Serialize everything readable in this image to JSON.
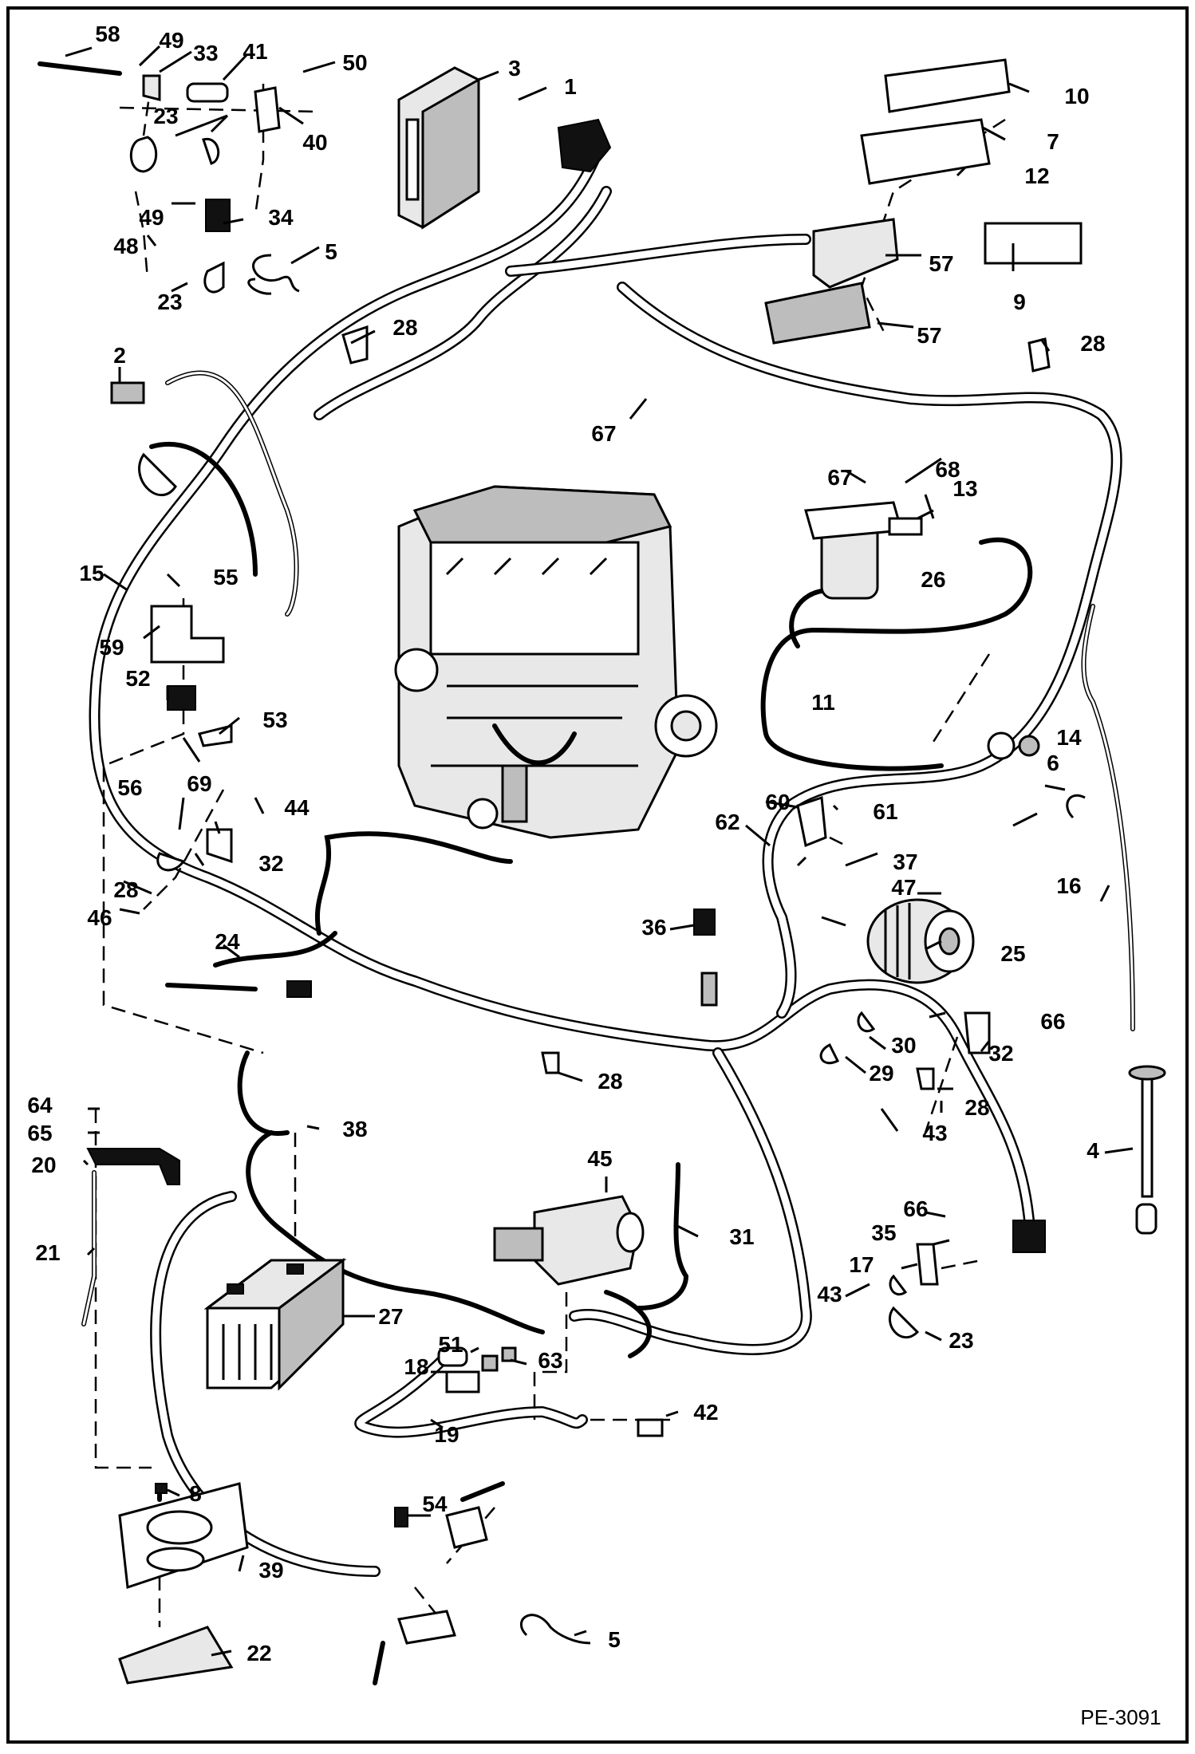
{
  "drawing_id": "PE-3091",
  "callouts": [
    {
      "id": "c58",
      "label": "58"
    },
    {
      "id": "c49a",
      "label": "49"
    },
    {
      "id": "c33",
      "label": "33"
    },
    {
      "id": "c41",
      "label": "41"
    },
    {
      "id": "c50",
      "label": "50"
    },
    {
      "id": "c23a",
      "label": "23"
    },
    {
      "id": "c40",
      "label": "40"
    },
    {
      "id": "c49b",
      "label": "49"
    },
    {
      "id": "c34",
      "label": "34"
    },
    {
      "id": "c48",
      "label": "48"
    },
    {
      "id": "c5a",
      "label": "5"
    },
    {
      "id": "c23b",
      "label": "23"
    },
    {
      "id": "c3",
      "label": "3"
    },
    {
      "id": "c1",
      "label": "1"
    },
    {
      "id": "c10",
      "label": "10"
    },
    {
      "id": "c7",
      "label": "7"
    },
    {
      "id": "c12",
      "label": "12"
    },
    {
      "id": "c57a",
      "label": "57"
    },
    {
      "id": "c9",
      "label": "9"
    },
    {
      "id": "c57b",
      "label": "57"
    },
    {
      "id": "c28a",
      "label": "28"
    },
    {
      "id": "c28b",
      "label": "28"
    },
    {
      "id": "c2",
      "label": "2"
    },
    {
      "id": "c67a",
      "label": "67"
    },
    {
      "id": "c67b",
      "label": "67"
    },
    {
      "id": "c68",
      "label": "68"
    },
    {
      "id": "c13",
      "label": "13"
    },
    {
      "id": "c26",
      "label": "26"
    },
    {
      "id": "c15",
      "label": "15"
    },
    {
      "id": "c55",
      "label": "55"
    },
    {
      "id": "c59",
      "label": "59"
    },
    {
      "id": "c52",
      "label": "52"
    },
    {
      "id": "c53",
      "label": "53"
    },
    {
      "id": "c56",
      "label": "56"
    },
    {
      "id": "c11",
      "label": "11"
    },
    {
      "id": "c14",
      "label": "14"
    },
    {
      "id": "c6",
      "label": "6"
    },
    {
      "id": "c69",
      "label": "69"
    },
    {
      "id": "c44",
      "label": "44"
    },
    {
      "id": "c32a",
      "label": "32"
    },
    {
      "id": "c60",
      "label": "60"
    },
    {
      "id": "c61",
      "label": "61"
    },
    {
      "id": "c62",
      "label": "62"
    },
    {
      "id": "c37",
      "label": "37"
    },
    {
      "id": "c47",
      "label": "47"
    },
    {
      "id": "c16",
      "label": "16"
    },
    {
      "id": "c28c",
      "label": "28"
    },
    {
      "id": "c46",
      "label": "46"
    },
    {
      "id": "c36",
      "label": "36"
    },
    {
      "id": "c25",
      "label": "25"
    },
    {
      "id": "c24",
      "label": "24"
    },
    {
      "id": "c66a",
      "label": "66"
    },
    {
      "id": "c30",
      "label": "30"
    },
    {
      "id": "c32b",
      "label": "32"
    },
    {
      "id": "c29",
      "label": "29"
    },
    {
      "id": "c28d",
      "label": "28"
    },
    {
      "id": "c28e",
      "label": "28"
    },
    {
      "id": "c43a",
      "label": "43"
    },
    {
      "id": "c4",
      "label": "4"
    },
    {
      "id": "c64",
      "label": "64"
    },
    {
      "id": "c65",
      "label": "65"
    },
    {
      "id": "c38",
      "label": "38"
    },
    {
      "id": "c20",
      "label": "20"
    },
    {
      "id": "c45",
      "label": "45"
    },
    {
      "id": "c21",
      "label": "21"
    },
    {
      "id": "c31",
      "label": "31"
    },
    {
      "id": "c66b",
      "label": "66"
    },
    {
      "id": "c35",
      "label": "35"
    },
    {
      "id": "c17",
      "label": "17"
    },
    {
      "id": "c27",
      "label": "27"
    },
    {
      "id": "c43b",
      "label": "43"
    },
    {
      "id": "c23c",
      "label": "23"
    },
    {
      "id": "c51",
      "label": "51"
    },
    {
      "id": "c18",
      "label": "18"
    },
    {
      "id": "c63",
      "label": "63"
    },
    {
      "id": "c42",
      "label": "42"
    },
    {
      "id": "c19",
      "label": "19"
    },
    {
      "id": "c8",
      "label": "8"
    },
    {
      "id": "c54",
      "label": "54"
    },
    {
      "id": "c39",
      "label": "39"
    },
    {
      "id": "c5b",
      "label": "5"
    },
    {
      "id": "c22",
      "label": "22"
    }
  ]
}
